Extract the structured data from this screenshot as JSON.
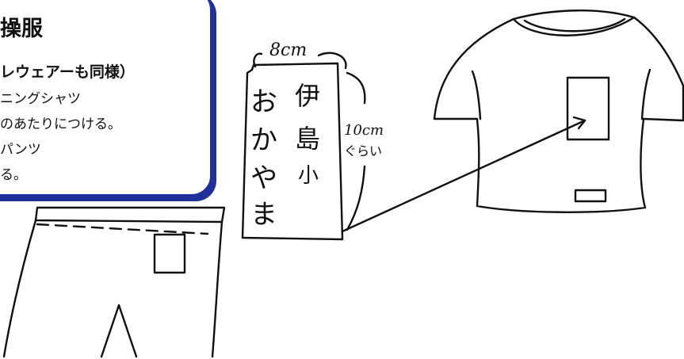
{
  "callout": {
    "title": "操服",
    "subtitle": "レウェアーも同様）",
    "lines": [
      "ニングシャツ",
      "のあたりにつける。",
      "パンツ",
      "る。"
    ]
  },
  "nametag": {
    "width_label": "8cm",
    "height_label_1": "10cm",
    "height_label_2": "ぐらい",
    "school_chars": [
      "伊",
      "島",
      "小"
    ],
    "name_chars": [
      "お",
      "か",
      "や",
      "ま"
    ]
  }
}
